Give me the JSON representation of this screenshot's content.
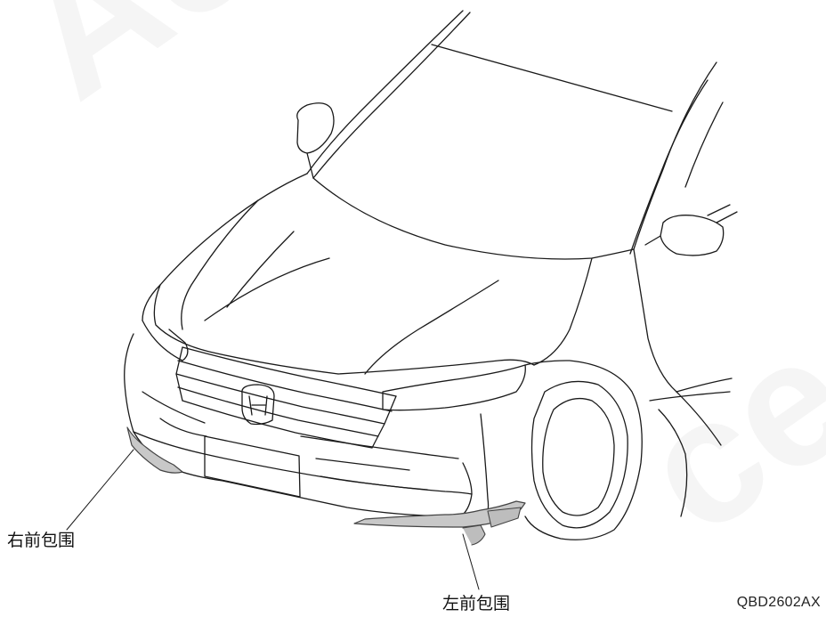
{
  "labels": {
    "right_front_bumper": "右前包围",
    "left_front_bumper": "左前包围"
  },
  "figure_code": "QBD2602AX",
  "watermark": {
    "text_top": "Acc",
    "text_bottom": "ces"
  },
  "colors": {
    "line": "#1a1a1a",
    "highlight": "#c8c8c8",
    "highlight_dark": "#555555"
  }
}
